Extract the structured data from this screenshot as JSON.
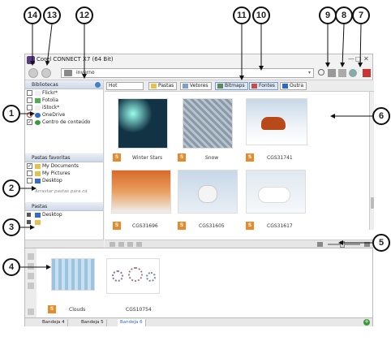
{
  "window": {
    "title": "Corel CONNECT X7 (64 Bit)",
    "minimize_glyph": "—",
    "maximize_glyph": "□",
    "close_glyph": "✕"
  },
  "search": {
    "value": "inverno"
  },
  "libraries": {
    "header": "Bibliotecas",
    "items": [
      {
        "label": "Flickr*",
        "checked": false
      },
      {
        "label": "Fotolia",
        "checked": false
      },
      {
        "label": "iStock*",
        "checked": false
      },
      {
        "label": "OneDrive",
        "checked": false
      },
      {
        "label": "Centro de conteúdo",
        "checked": true
      }
    ]
  },
  "favorites": {
    "header": "Pastas favoritas",
    "items": [
      {
        "label": "My Documents",
        "checked": true
      },
      {
        "label": "My Pictures",
        "checked": false
      },
      {
        "label": "Desktop",
        "checked": false
      }
    ],
    "hint": "Arrastar pastas para cá"
  },
  "folders": {
    "header": "Pastas",
    "items": [
      {
        "label": "Desktop"
      }
    ]
  },
  "filters": {
    "dropdown": "Hot",
    "buttons": [
      {
        "label": "Pastas"
      },
      {
        "label": "Vetores"
      },
      {
        "label": "Bitmaps"
      },
      {
        "label": "Fontes"
      },
      {
        "label": "Outra"
      }
    ]
  },
  "results": [
    {
      "label": "Winter Stars",
      "badge": "S"
    },
    {
      "label": "Snow",
      "badge": "S"
    },
    {
      "label": "CGS31741",
      "badge": "S"
    },
    {
      "label": "CGS31696",
      "badge": "S"
    },
    {
      "label": "CGS31605",
      "badge": "S"
    },
    {
      "label": "CGS31617",
      "badge": "S"
    }
  ],
  "tray_items": [
    {
      "label": "Clouds",
      "badge": "S"
    },
    {
      "label": "CGS10754",
      "badge": ""
    }
  ],
  "tray_tabs": [
    {
      "label": "Bandeja 4"
    },
    {
      "label": "Bandeja 5"
    },
    {
      "label": "Bandeja 6"
    }
  ],
  "callouts": [
    "1",
    "2",
    "3",
    "4",
    "5",
    "6",
    "7",
    "8",
    "9",
    "10",
    "11",
    "12",
    "13",
    "14"
  ],
  "colors": {
    "accent": "#2a6ad0",
    "badge": "#e88a2a",
    "panel_header": "#cfd9e6"
  },
  "icons": {
    "back": "back-arrow-icon",
    "forward": "forward-arrow-icon",
    "search": "search-icon",
    "copy": "copy-icon",
    "paste": "paste-icon",
    "settings": "gear-icon",
    "user": "user-icon"
  }
}
